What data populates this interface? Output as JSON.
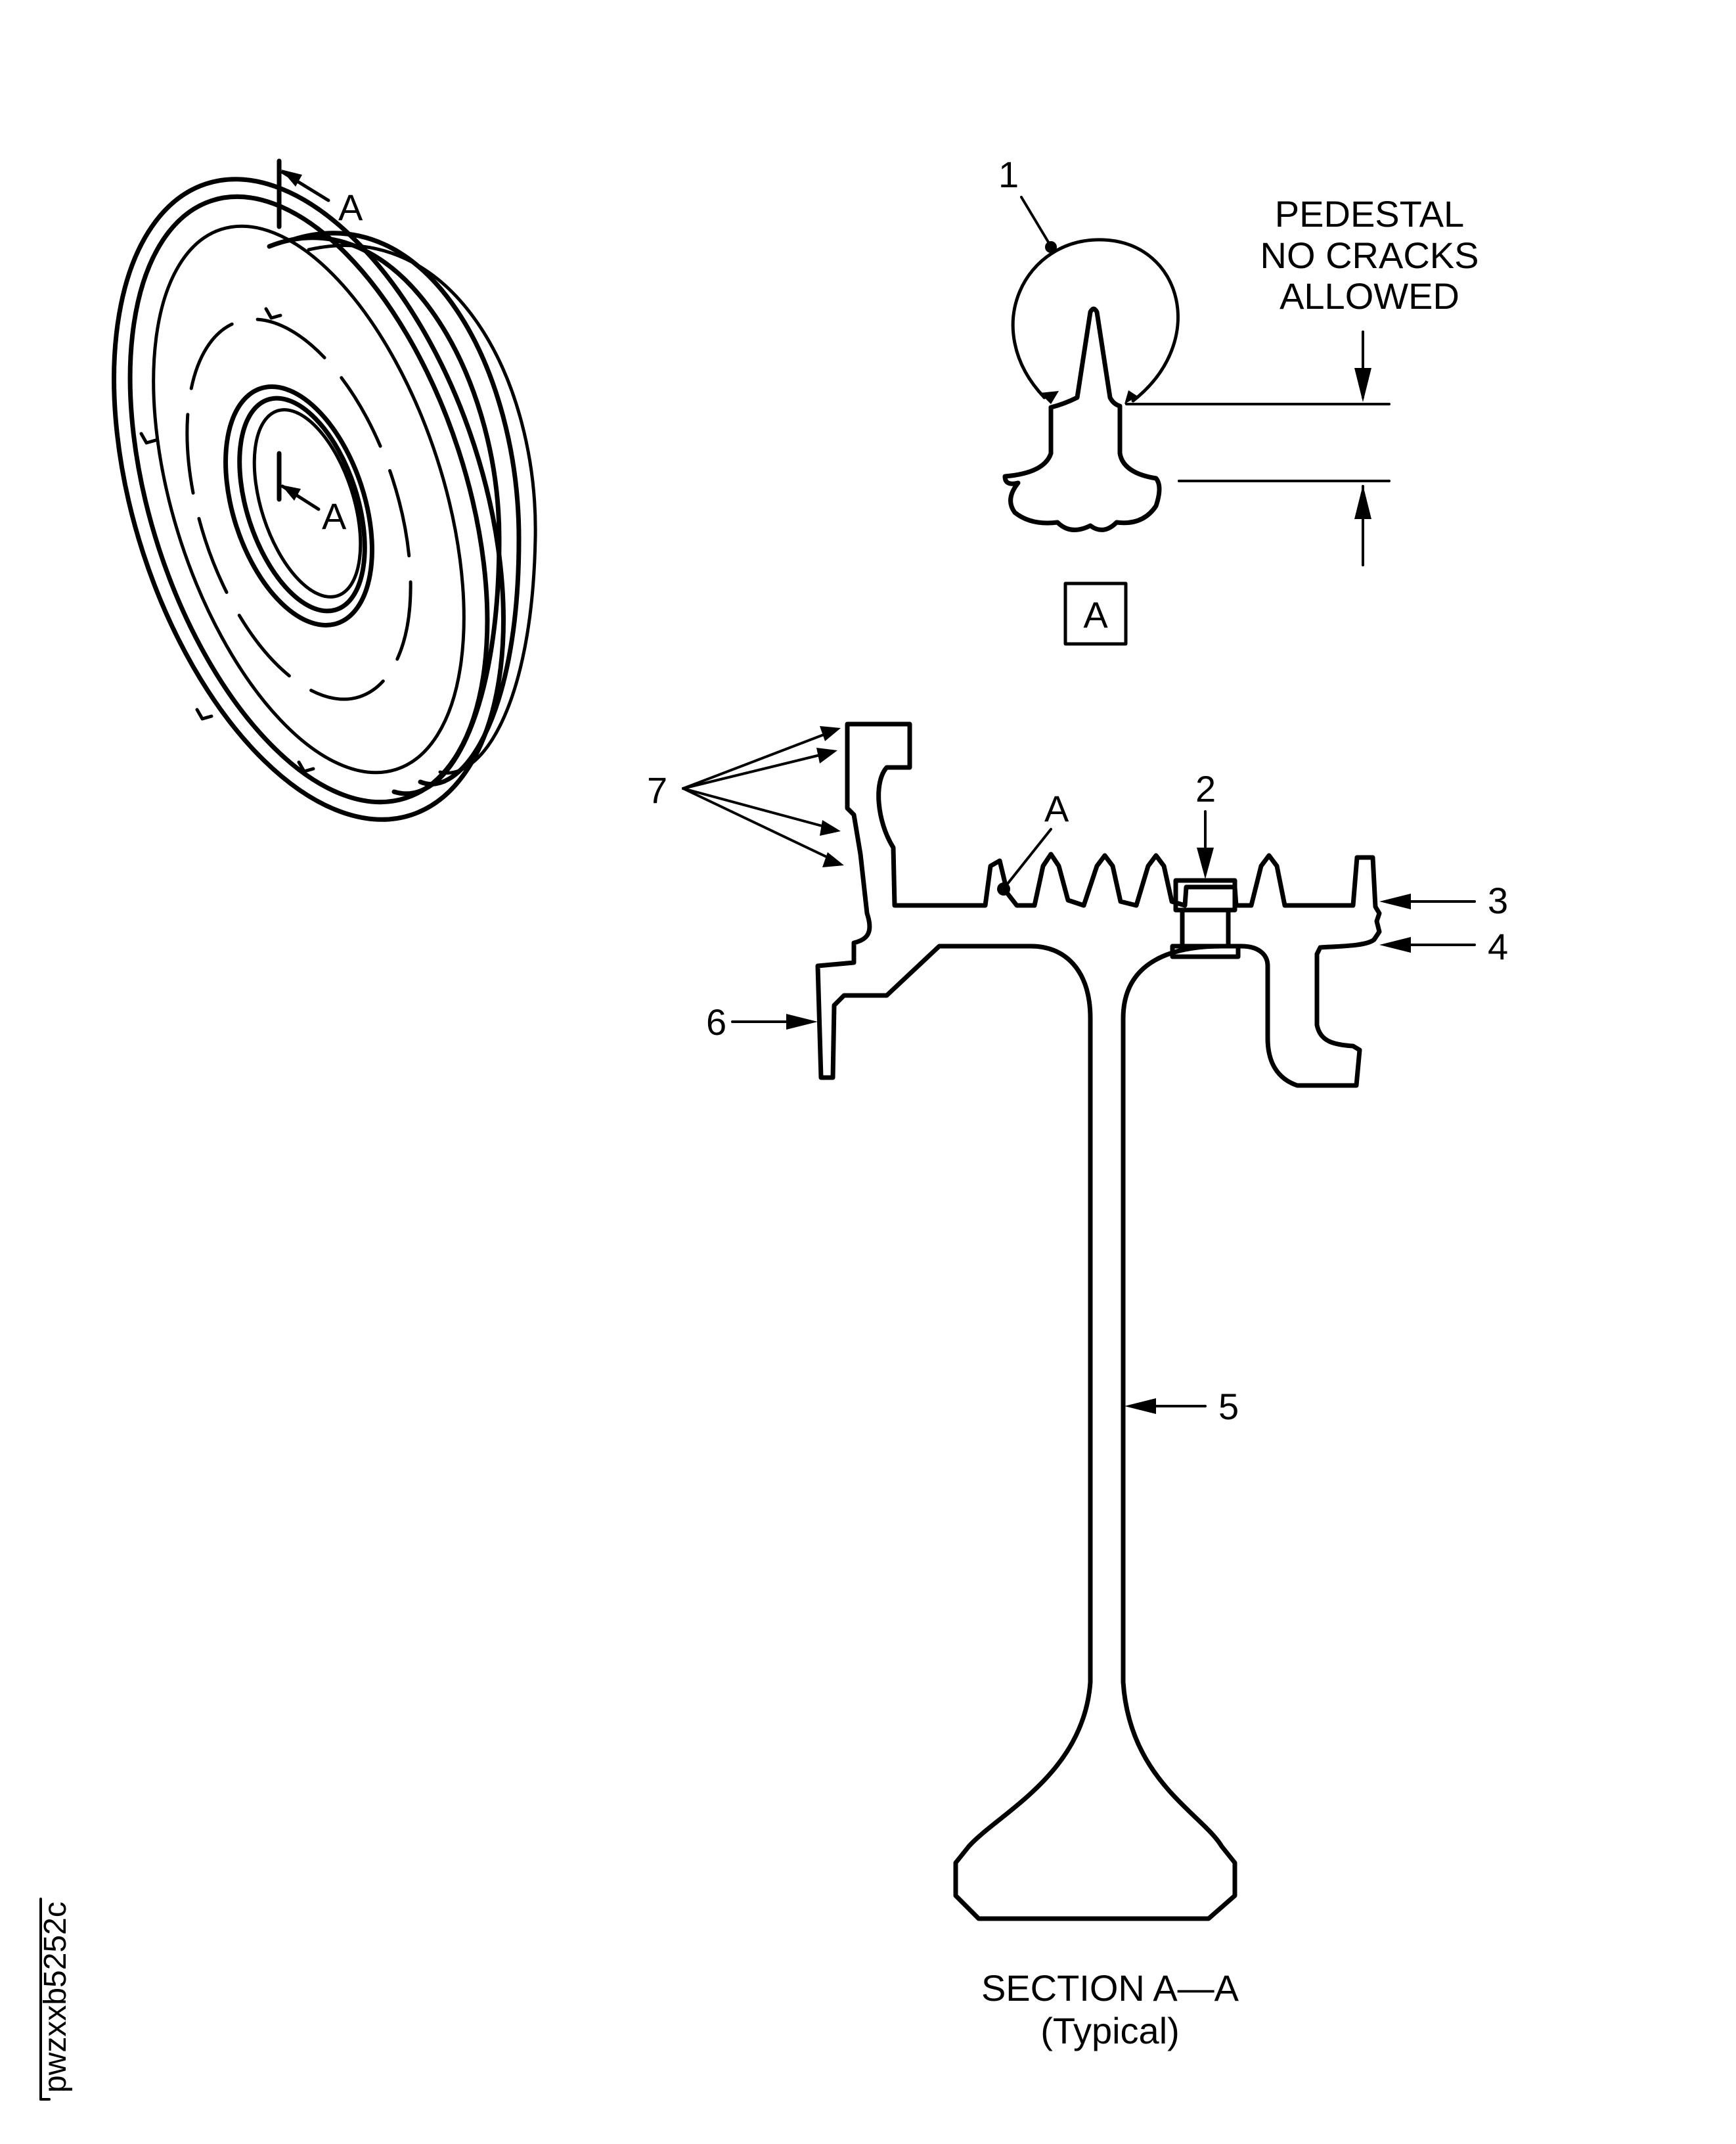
{
  "view_labels": {
    "cut_mark_top": "A",
    "cut_mark_center": "A",
    "detail_label": "A",
    "section_detail_ref": "A"
  },
  "callouts": {
    "c1": "1",
    "c2": "2",
    "c3": "3",
    "c4": "4",
    "c5": "5",
    "c6": "6",
    "c7": "7"
  },
  "note": {
    "line1": "PEDESTAL",
    "line2": "NO CRACKS",
    "line3": "ALLOWED"
  },
  "caption": {
    "line1": "SECTION A—A",
    "line2": "(Typical)"
  },
  "figure_id": "pwzxxb5252c"
}
